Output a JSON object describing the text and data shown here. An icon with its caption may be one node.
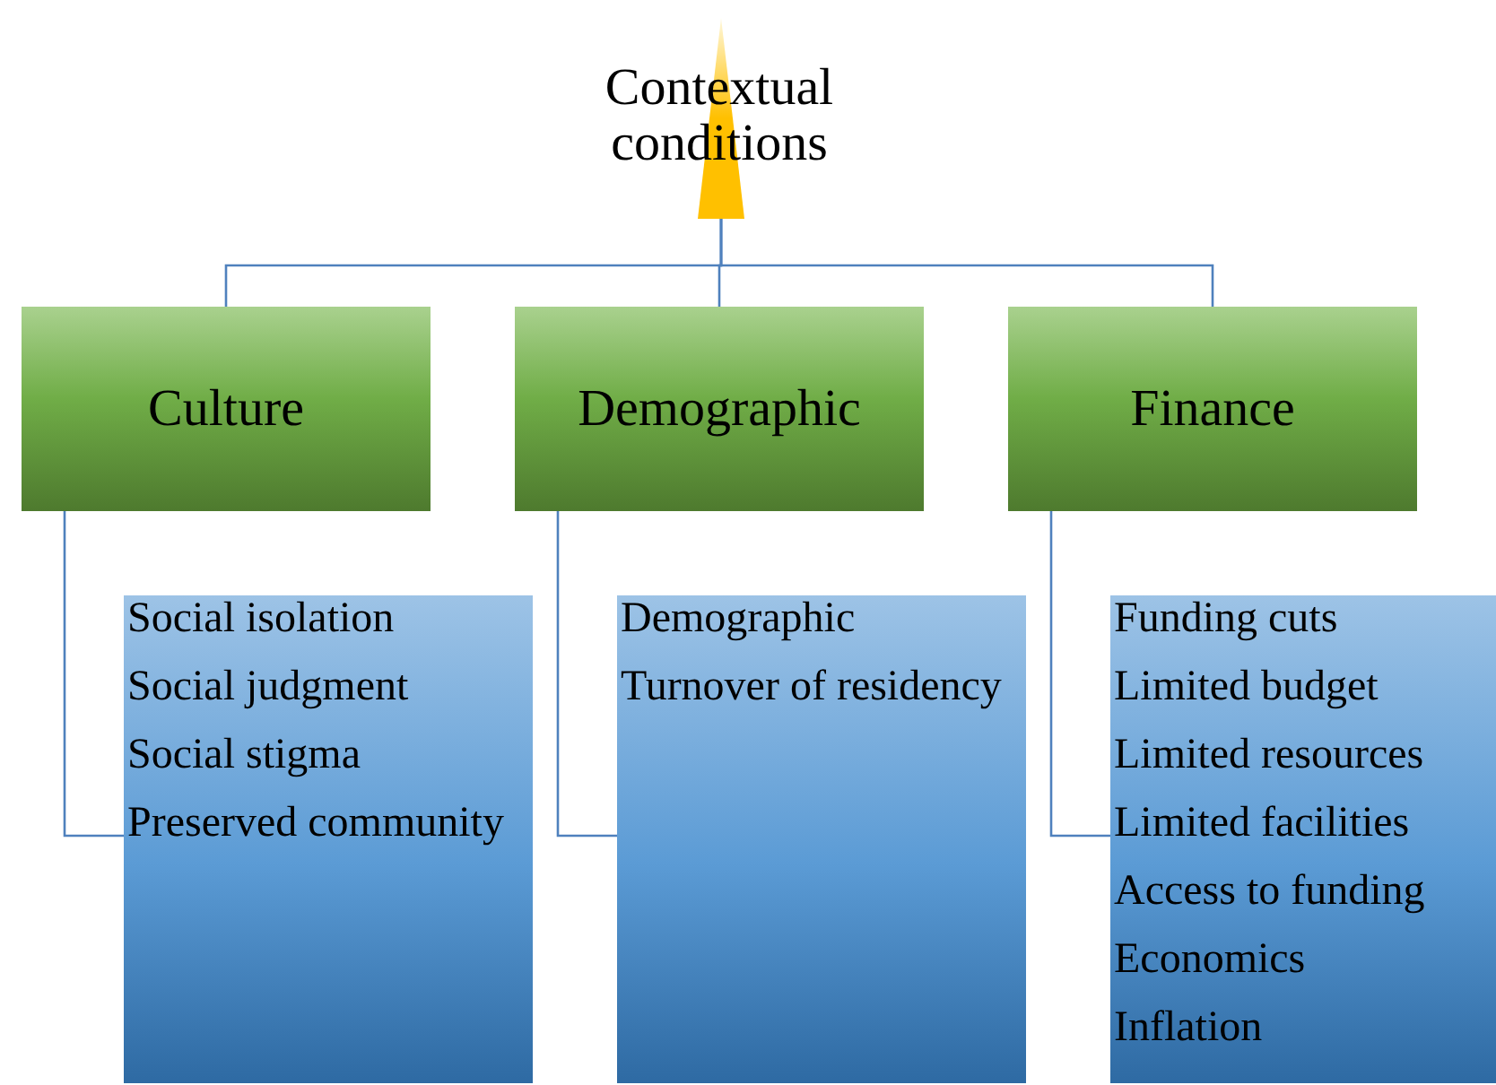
{
  "diagram": {
    "nodes": [
      {
        "text": [
          "Contextual conditions"
        ]
      },
      {
        "text": [
          "Culture"
        ]
      },
      {
        "text": [
          "Social isolation",
          "Social judgment",
          "Social stigma",
          "Preserved community"
        ]
      },
      {
        "text": [
          "Demographic"
        ]
      },
      {
        "text": [
          "Demographic",
          "Turnover of residency"
        ]
      },
      {
        "text": [
          "Finance"
        ]
      },
      {
        "text": [
          "Funding cuts",
          "Limited budget",
          "Limited resources",
          "Limited facilities",
          "Access to funding",
          "Economics",
          "Inflation"
        ]
      }
    ],
    "edges": [
      {
        "from": 0,
        "to": 1,
        "arrow": "none"
      },
      {
        "from": 0,
        "to": 3,
        "arrow": "none"
      },
      {
        "from": 0,
        "to": 5,
        "arrow": "none"
      },
      {
        "from": 1,
        "to": 2,
        "arrow": "none"
      },
      {
        "from": 3,
        "to": 4,
        "arrow": "none"
      },
      {
        "from": 5,
        "to": 6,
        "arrow": "none"
      }
    ]
  }
}
